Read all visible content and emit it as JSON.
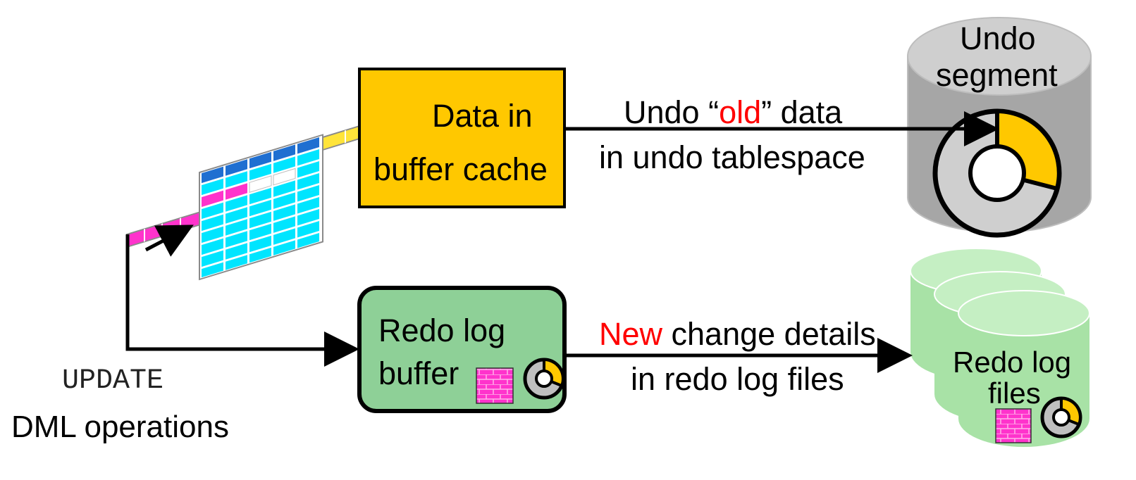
{
  "dml": {
    "statement": "UPDATE",
    "caption": "DML operations"
  },
  "buffer_cache": {
    "line1": "Data in",
    "line2": "buffer cache",
    "fill_color": "#ffc800"
  },
  "undo_flow": {
    "line1_prefix": "Undo “",
    "line1_highlight": "old",
    "line1_suffix": "” data",
    "line2": "in undo tablespace"
  },
  "undo_segment": {
    "line1": "Undo",
    "line2": "segment"
  },
  "redo_buffer": {
    "line1": "Redo log",
    "line2": "buffer",
    "fill_color": "#8ed097"
  },
  "redo_flow": {
    "line1_highlight": "New",
    "line1_suffix": " change details",
    "line2": "in redo log files"
  },
  "redo_files": {
    "line1": "Redo log",
    "line2": "files"
  },
  "colors": {
    "accent_red": "#ff0000",
    "undo_yellow": "#ffc800",
    "cylinder_gray": "#a6a6a6",
    "redo_green": "#a8e2a6",
    "row_magenta": "#ff33cc",
    "table_cyan": "#00e5ff",
    "table_header_blue": "#1f6fd1"
  }
}
